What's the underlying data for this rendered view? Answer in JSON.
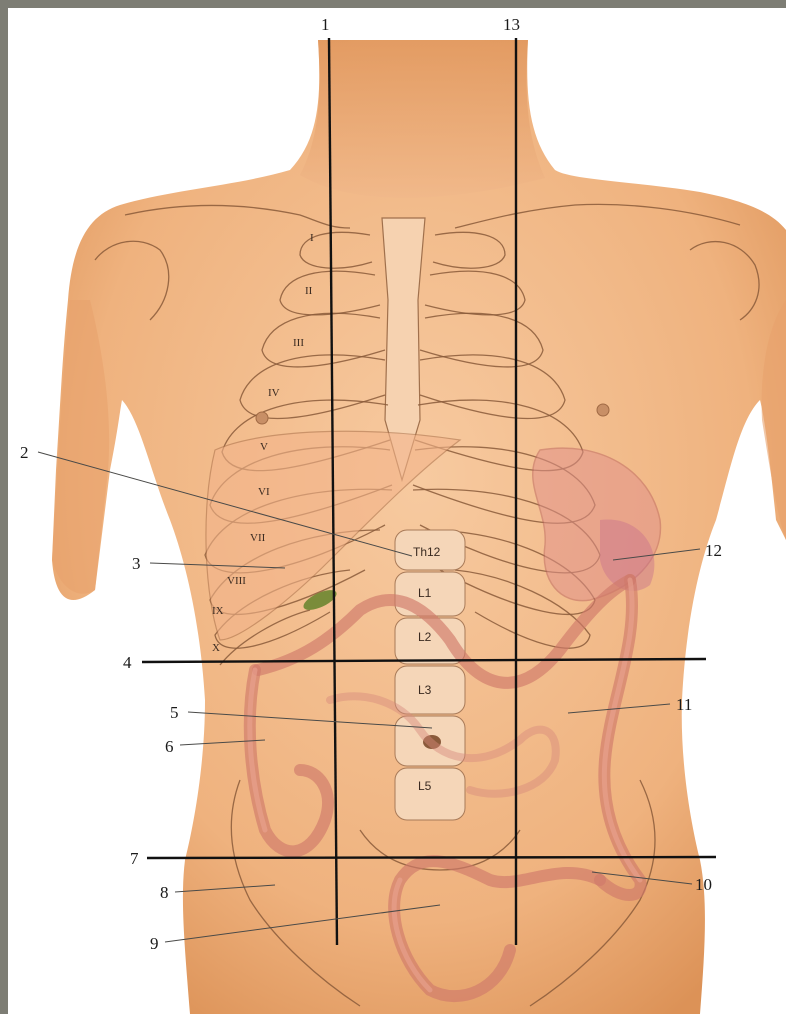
{
  "figure": {
    "callouts": {
      "n1": "1",
      "n2": "2",
      "n3": "3",
      "n4": "4",
      "n5": "5",
      "n6": "6",
      "n7": "7",
      "n8": "8",
      "n9": "9",
      "n10": "10",
      "n11": "11",
      "n12": "12",
      "n13": "13"
    },
    "ribs": [
      "I",
      "II",
      "III",
      "IV",
      "V",
      "VI",
      "VII",
      "VIII",
      "IX",
      "X"
    ],
    "vertebrae": {
      "th12": "Th12",
      "l1": "L1",
      "l2": "L2",
      "l3": "L3",
      "l5": "L5"
    }
  },
  "colors": {
    "skin": "#f0b98a",
    "skin_shadow": "#d98f55",
    "colon": "#d07a6a",
    "lines": "#111111",
    "frame": "#7d7d74"
  }
}
